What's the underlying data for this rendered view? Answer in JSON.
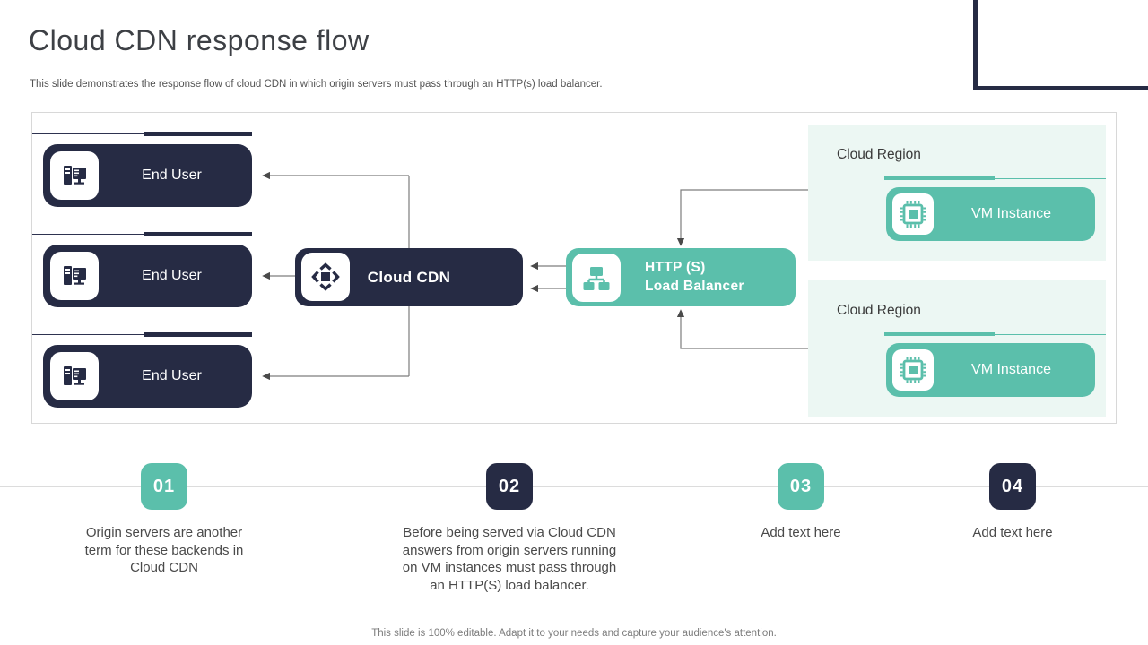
{
  "header": {
    "title": "Cloud CDN response flow",
    "subtitle": "This slide demonstrates the response flow of cloud CDN in which origin servers must pass through an HTTP(s) load balancer."
  },
  "diagram": {
    "end_users": [
      {
        "label": "End User"
      },
      {
        "label": "End User"
      },
      {
        "label": "End User"
      }
    ],
    "cloud_cdn": {
      "label": "Cloud CDN"
    },
    "load_balancer": {
      "line1": "HTTP (S)",
      "line2": "Load Balancer"
    },
    "regions": [
      {
        "title": "Cloud Region",
        "vm_label": "VM Instance"
      },
      {
        "title": "Cloud Region",
        "vm_label": "VM Instance"
      }
    ],
    "icons": {
      "end_user": "desktop-computer-icon",
      "cloud_cdn": "move-arrows-icon",
      "load_balancer": "network-hierarchy-icon",
      "vm_instance": "cpu-chip-icon"
    }
  },
  "steps": [
    {
      "number": "01",
      "text": "Origin servers are another term for these backends in Cloud CDN"
    },
    {
      "number": "02",
      "text": "Before being served via Cloud CDN answers from origin servers running on VM instances must pass through an HTTP(S) load balancer."
    },
    {
      "number": "03",
      "text": "Add text here"
    },
    {
      "number": "04",
      "text": "Add text here"
    }
  ],
  "footer": {
    "note": "This slide is 100% editable. Adapt it to your needs and capture your audience's attention."
  },
  "colors": {
    "navy": "#262b44",
    "teal": "#5bbfab",
    "panel_mint": "#ecf7f3",
    "connector_gray": "#787878"
  }
}
